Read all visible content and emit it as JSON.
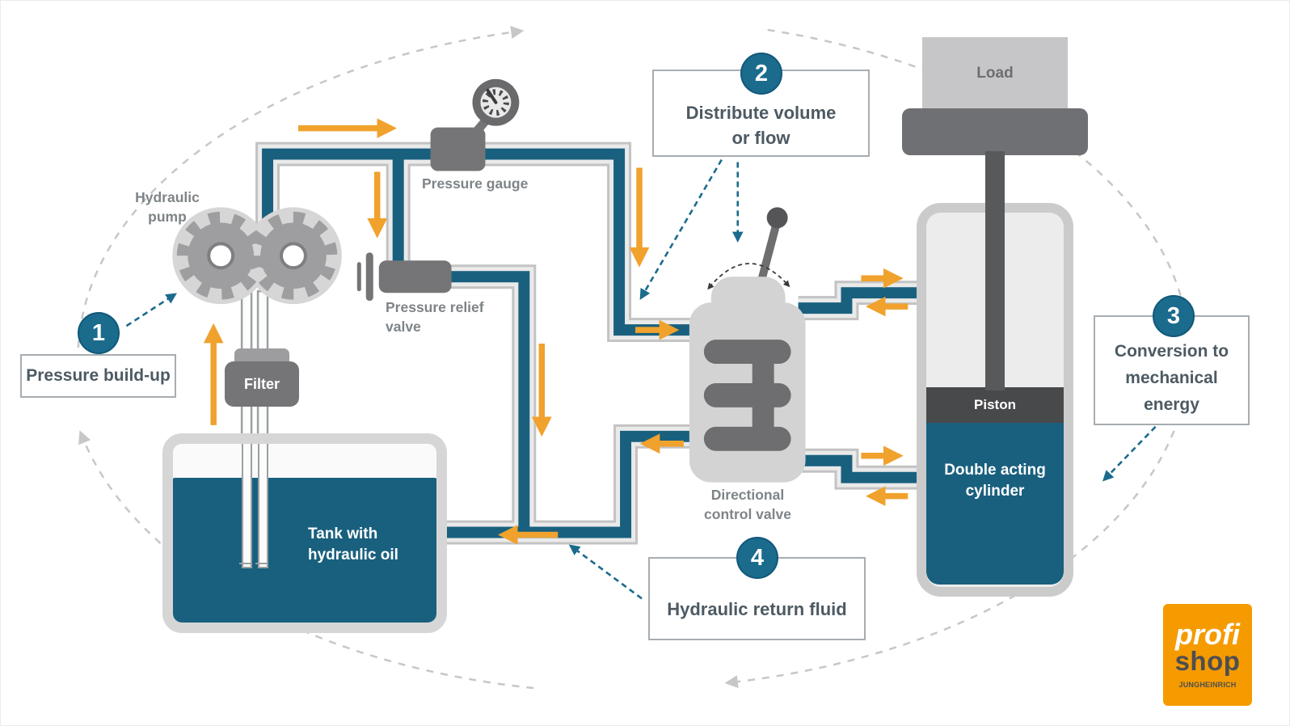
{
  "callouts": {
    "one": {
      "number": "1",
      "text": "Pressure build-up"
    },
    "two": {
      "number": "2",
      "line1": "Distribute volume",
      "line2": "or flow"
    },
    "three": {
      "number": "3",
      "line1": "Conversion to",
      "line2": "mechanical",
      "line3": "energy"
    },
    "four": {
      "number": "4",
      "text": "Hydraulic return fluid"
    }
  },
  "labels": {
    "hydraulic_pump": {
      "line1": "Hydraulic",
      "line2": "pump"
    },
    "pressure_gauge": "Pressure gauge",
    "pressure_relief_valve": {
      "line1": "Pressure relief",
      "line2": "valve"
    },
    "filter": "Filter",
    "tank": {
      "line1": "Tank with",
      "line2": "hydraulic oil"
    },
    "directional_control_valve": {
      "line1": "Directional",
      "line2": "control valve"
    },
    "piston": "Piston",
    "double_acting_cylinder": {
      "line1": "Double acting",
      "line2": "cylinder"
    },
    "load": "Load"
  },
  "logo": {
    "line1": "profi",
    "line2": "shop",
    "brand": "JUNGHEINRICH"
  },
  "colors": {
    "pipe_teal": "#19607e",
    "flow_orange": "#f0a22d",
    "badge_teal": "#1b6b8d",
    "logo_orange": "#f59b00"
  }
}
